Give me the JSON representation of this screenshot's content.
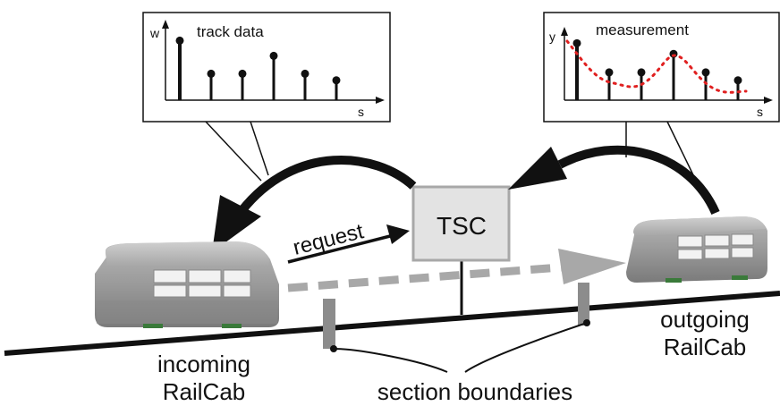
{
  "left_plot": {
    "y_axis_label": "w",
    "x_axis_label": "s",
    "title": "track data",
    "stems": [
      0.9,
      0.4,
      0.4,
      0.67,
      0.4,
      0.3
    ]
  },
  "right_plot": {
    "y_axis_label": "y",
    "x_axis_label": "s",
    "title": "measurement",
    "stems": [
      0.86,
      0.42,
      0.42,
      0.7,
      0.42,
      0.3
    ]
  },
  "tsc_label": "TSC",
  "request_label": "request",
  "incoming_label_line1": "incoming",
  "incoming_label_line2": "RailCab",
  "outgoing_label_line1": "outgoing",
  "outgoing_label_line2": "RailCab",
  "boundaries_label": "section boundaries",
  "colors": {
    "accent_dotted": "#e02020",
    "dashed_arrow": "#a8a8a8",
    "tsc_fill": "#e3e3e3",
    "railcab_body": "#9a9a9a"
  }
}
